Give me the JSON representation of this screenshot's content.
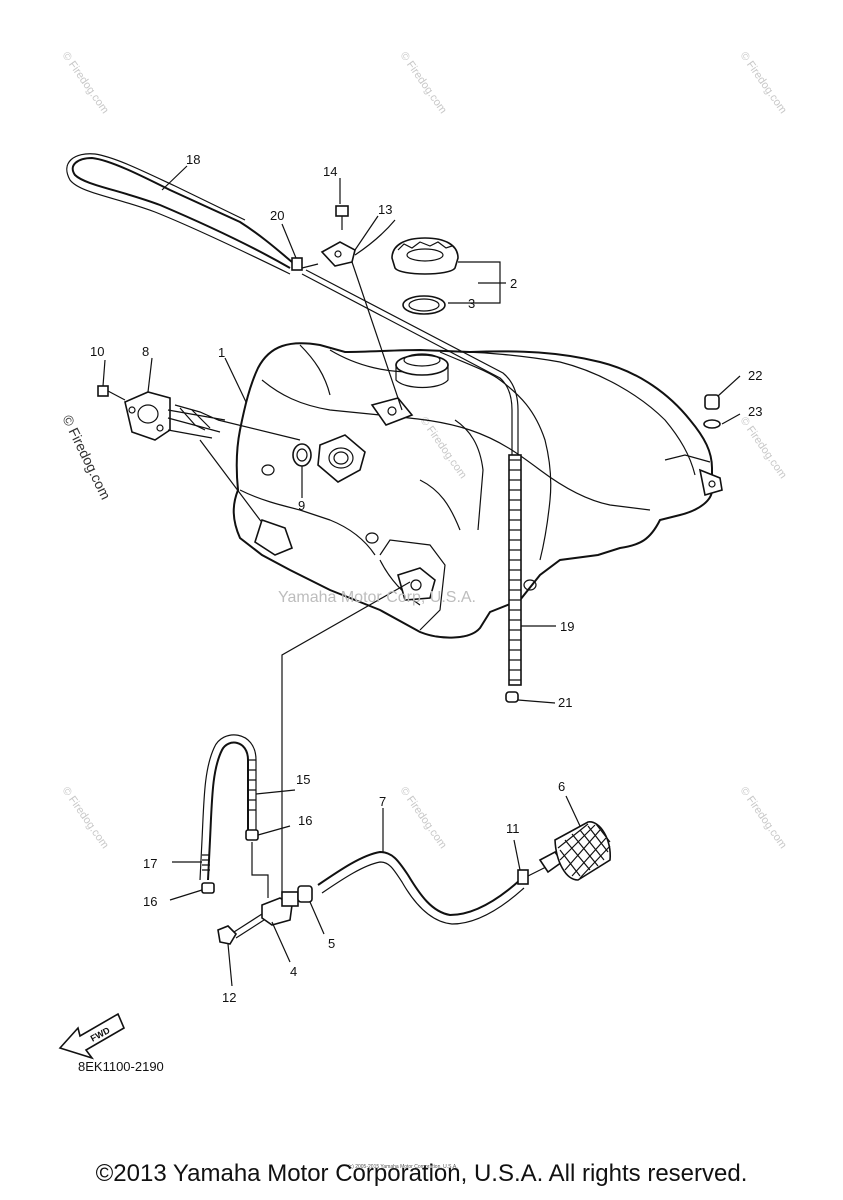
{
  "callouts": {
    "p1": "1",
    "p2": "2",
    "p3": "3",
    "p4": "4",
    "p5": "5",
    "p6": "6",
    "p7": "7",
    "p8": "8",
    "p9": "9",
    "p10": "10",
    "p11": "11",
    "p12": "12",
    "p13": "13",
    "p14": "14",
    "p15": "15",
    "p16a": "16",
    "p16b": "16",
    "p17": "17",
    "p18": "18",
    "p19": "19",
    "p20": "20",
    "p21": "21",
    "p22": "22",
    "p23": "23"
  },
  "watermark": {
    "site": "© Firedog.com",
    "vertical": "© Firedog.com",
    "center": "Yamaha Motor Corp, U.S.A."
  },
  "fwd_label": "FWD",
  "diagram_code": "8EK1100-2190",
  "small_print": "(c) 2005-2015 Yamaha Motor Corporation, U.S.A.",
  "copyright": "©2013 Yamaha Motor Corporation, U.S.A. All rights reserved."
}
